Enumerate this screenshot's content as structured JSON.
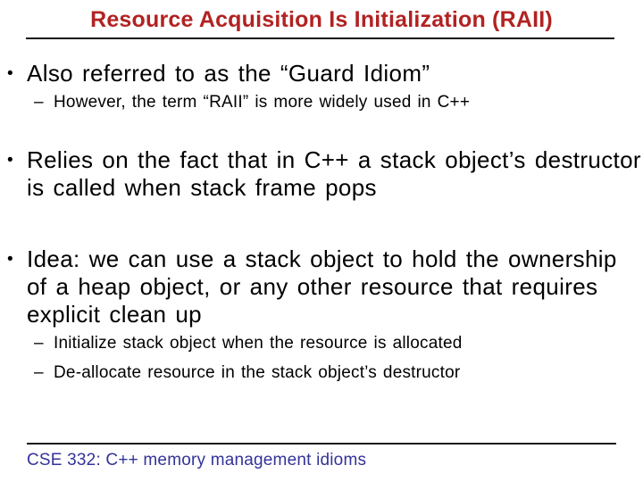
{
  "slide": {
    "title": "Resource Acquisition Is Initialization (RAII)",
    "footer": "CSE 332: C++ memory management idioms",
    "colors": {
      "title": "#B22222",
      "footer": "#333399",
      "text": "#000000",
      "rule": "#1A1A1A",
      "background": "#FFFFFF"
    }
  },
  "bullets": [
    {
      "level": 1,
      "marker": "•",
      "lines": [
        "Also referred to as the “Guard Idiom”"
      ]
    },
    {
      "level": 2,
      "marker": "–",
      "lines": [
        "However, the term “RAII” is more widely used in C++"
      ]
    },
    {
      "level": 1,
      "marker": "•",
      "lines": [
        "Relies on the fact that in C++ a stack object’s destructor",
        "is called when stack frame pops"
      ]
    },
    {
      "level": 1,
      "marker": "•",
      "lines": [
        "Idea: we can use a stack object to hold the ownership",
        "of a heap object, or any other resource that requires",
        "explicit clean up"
      ]
    },
    {
      "level": 2,
      "marker": "–",
      "lines": [
        "Initialize stack object when the resource is allocated"
      ]
    },
    {
      "level": 2,
      "marker": "–",
      "lines": [
        "De-allocate resource in the stack object’s destructor"
      ]
    }
  ]
}
